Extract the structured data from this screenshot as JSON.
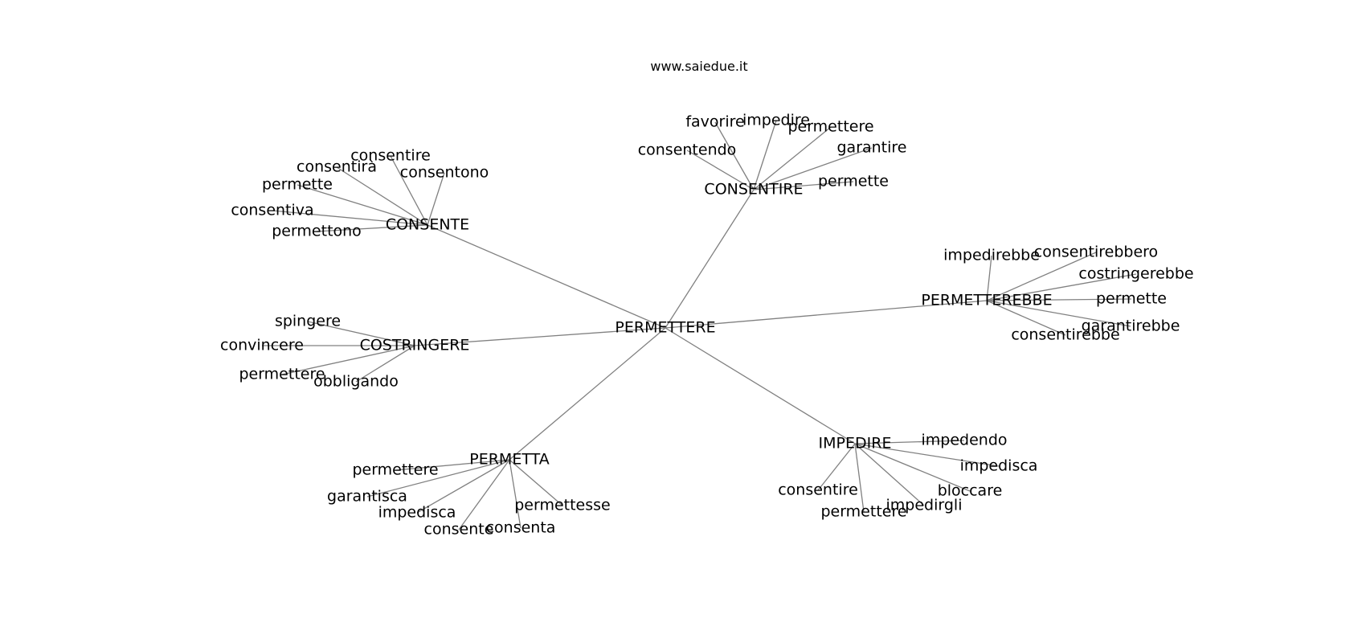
{
  "site": "www.saiedue.it",
  "colors": {
    "edge": "#808080",
    "text": "#000000",
    "background": "#ffffff"
  },
  "graph": {
    "root": "PERMETTERE",
    "groups": [
      {
        "hub": "CONSENTIRE",
        "leaves": [
          "favorire",
          "impedire",
          "permettere",
          "consentendo",
          "garantire",
          "permette"
        ]
      },
      {
        "hub": "CONSENTE",
        "leaves": [
          "consentire",
          "consentirà",
          "consentono",
          "permette",
          "consentiva",
          "permettono"
        ]
      },
      {
        "hub": "PERMETTEREBBE",
        "leaves": [
          "impedirebbe",
          "consentirebbero",
          "costringerebbe",
          "permette",
          "garantirebbe",
          "consentirebbe"
        ]
      },
      {
        "hub": "COSTRINGERE",
        "leaves": [
          "spingere",
          "convincere",
          "permettere",
          "obbligando"
        ]
      },
      {
        "hub": "PERMETTA",
        "leaves": [
          "permettere",
          "garantisca",
          "impedisca",
          "consente",
          "consenta",
          "permettesse"
        ]
      },
      {
        "hub": "IMPEDIRE",
        "leaves": [
          "impedendo",
          "impedisca",
          "bloccare",
          "consentire",
          "permettere",
          "impedirgli"
        ]
      }
    ]
  }
}
